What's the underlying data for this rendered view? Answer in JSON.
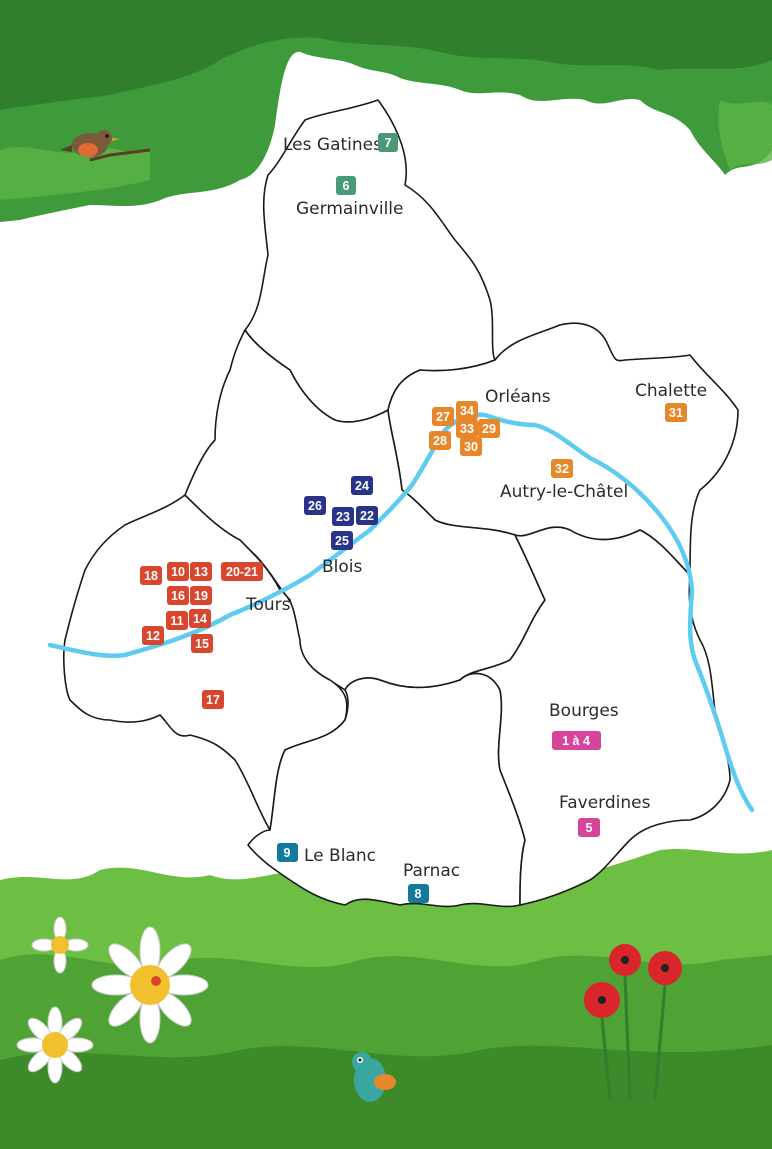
{
  "colors": {
    "green": "#4a9a78",
    "red": "#d9462e",
    "orange": "#e8862a",
    "navy": "#28338a",
    "magenta": "#d6449c",
    "teal": "#137a9e",
    "river": "#5ecbf0",
    "border": "#1a1a1a",
    "tree": "#3e9a3a",
    "grass": "#6cbf42"
  },
  "places": {
    "les_gatines": "Les Gatines",
    "germainville": "Germainville",
    "orleans": "Orléans",
    "chalette": "Chalette",
    "autry": "Autry-le-Châtel",
    "blois": "Blois",
    "tours": "Tours",
    "bourges": "Bourges",
    "faverdines": "Faverdines",
    "le_blanc": "Le Blanc",
    "parnac": "Parnac"
  },
  "markers": {
    "m7": "7",
    "m6": "6",
    "m27": "27",
    "m34": "34",
    "m33": "33",
    "m29": "29",
    "m28": "28",
    "m30": "30",
    "m31": "31",
    "m32": "32",
    "m24": "24",
    "m26": "26",
    "m23": "23",
    "m22": "22",
    "m25": "25",
    "m18": "18",
    "m10": "10",
    "m13": "13",
    "m20_21": "20-21",
    "m16": "16",
    "m19": "19",
    "m11": "11",
    "m14": "14",
    "m12": "12",
    "m15": "15",
    "m17": "17",
    "m1a4": "1 à 4",
    "m5": "5",
    "m9": "9",
    "m8": "8"
  }
}
